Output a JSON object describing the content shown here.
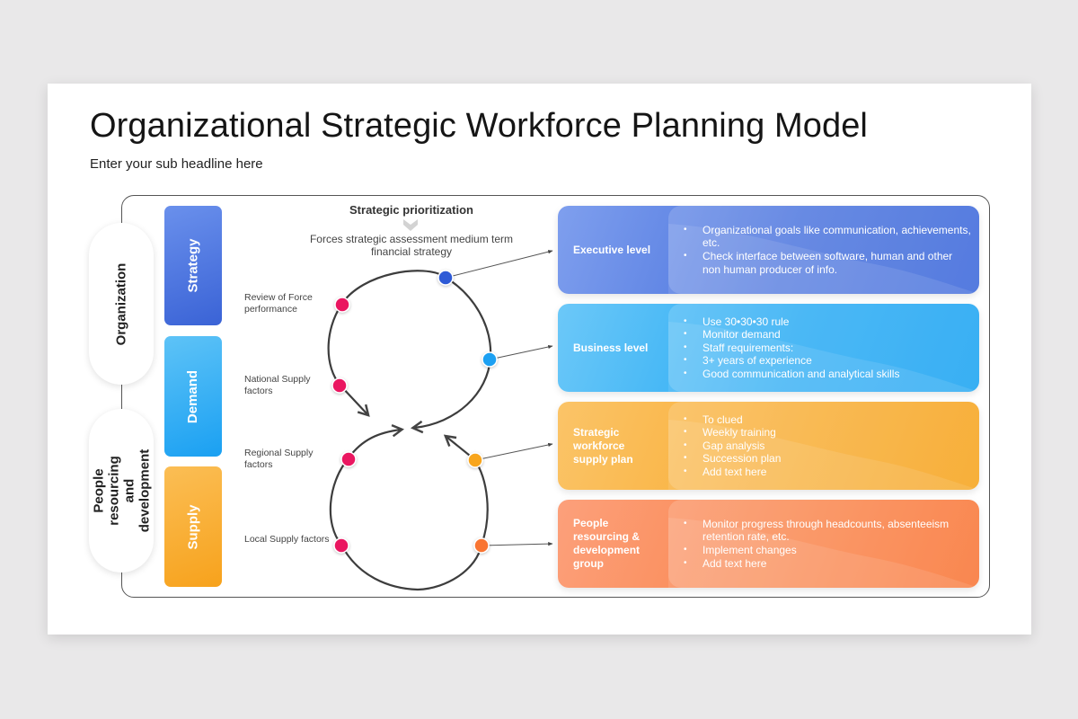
{
  "slide": {
    "title": "Organizational Strategic Workforce Planning Model",
    "subtitle": "Enter your sub headline here"
  },
  "side_pills": [
    {
      "label": "Organization"
    },
    {
      "label": "People resourcing and development"
    }
  ],
  "vertical_tabs": [
    {
      "label": "Strategy",
      "color": "#4a72dd"
    },
    {
      "label": "Demand",
      "color": "#27aaf3"
    },
    {
      "label": "Supply",
      "color": "#f8ab2c"
    }
  ],
  "center": {
    "title": "Strategic prioritization",
    "chevron_icon": "chevron-down-icon",
    "description": "Forces strategic assessment medium term financial strategy"
  },
  "factors": [
    {
      "label": "Review of Force performance"
    },
    {
      "label": "National Supply factors"
    },
    {
      "label": "Regional Supply factors"
    },
    {
      "label": "Local Supply factors"
    }
  ],
  "node_colors": {
    "factor": "#ea1261",
    "executive": "#2d5ad6",
    "business": "#1aa0f2",
    "supply": "#f8a51c",
    "people": "#f97433"
  },
  "cards": [
    {
      "label": "Executive level",
      "bullets": [
        "Organizational goals like communication, achievements, etc.",
        "Check interface between software, human and other non human producer of info."
      ]
    },
    {
      "label": "Business level",
      "bullets": [
        "Use 30•30•30 rule",
        "Monitor demand",
        "Staff requirements:",
        "3+ years of experience",
        "Good communication and analytical skills"
      ]
    },
    {
      "label": "Strategic workforce supply plan",
      "bullets": [
        "To clued",
        "Weekly training",
        "Gap analysis",
        "Succession plan",
        "Add text here"
      ]
    },
    {
      "label": "People resourcing & development group",
      "bullets": [
        "Monitor progress through headcounts, absenteeism retention rate, etc.",
        "Implement changes",
        "Add text here"
      ]
    }
  ]
}
